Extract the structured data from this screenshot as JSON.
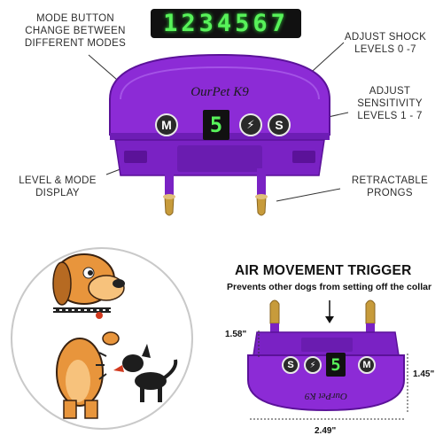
{
  "banner": {
    "digits": "1234567",
    "color": "#58f25a"
  },
  "callouts": {
    "mode_button": [
      "MODE BUTTON",
      "CHANGE BETWEEN",
      "DIFFERENT MODES"
    ],
    "adjust_shock": [
      "ADJUST SHOCK",
      "LEVELS 0 -7"
    ],
    "adjust_sensitivity": [
      "ADJUST",
      "SENSITIVITY",
      "LEVELS 1 - 7"
    ],
    "level_display": [
      "LEVEL & MODE",
      "DISPLAY"
    ],
    "prongs": [
      "RETRACTABLE",
      "PRONGS"
    ]
  },
  "device_top": {
    "brand": "OurPet K9",
    "display_digit": "5",
    "buttons": {
      "mode": "M",
      "shock": "⚡",
      "sensitivity": "S"
    }
  },
  "trigger": {
    "title": "AIR MOVEMENT TRIGGER",
    "subtitle": "Prevents other dogs from setting off the collar"
  },
  "device_bottom": {
    "display_digit": "5",
    "buttons": {
      "sensitivity": "S",
      "shock": "⚡",
      "mode": "M"
    }
  },
  "dimensions": {
    "depth": "1.58\"",
    "height": "1.45\"",
    "width": "2.49\""
  },
  "colors": {
    "purple": "#8c2bd6",
    "purple_dark": "#5b1299",
    "brass": "#c79b3b"
  }
}
